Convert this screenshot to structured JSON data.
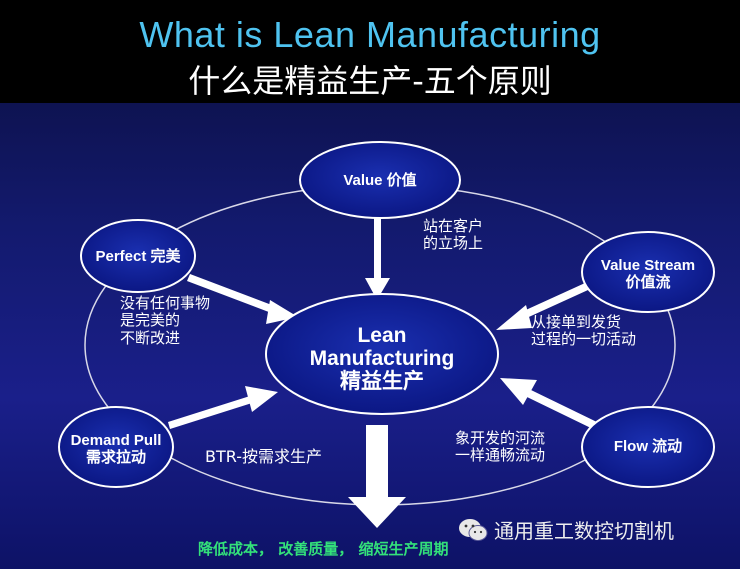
{
  "header": {
    "title_en": "What is Lean Manufacturing",
    "title_cn": "什么是精益生产-五个原则"
  },
  "nodes": {
    "center": {
      "line1": "Lean",
      "line2": "Manufacturing",
      "line3": "精益生产"
    },
    "value": {
      "label": "Value 价值"
    },
    "perfect": {
      "label": "Perfect  完美"
    },
    "value_stream": {
      "line1": "Value Stream",
      "line2": "价值流"
    },
    "demand_pull": {
      "line1": "Demand Pull",
      "line2": "需求拉动"
    },
    "flow": {
      "label": "Flow  流动"
    }
  },
  "notes": {
    "value": {
      "line1": "站在客户",
      "line2": "的立场上"
    },
    "perfect": {
      "line1": "没有任何事物",
      "line2": "是完美的",
      "line3": "不断改进"
    },
    "value_stream": {
      "line1": "从接单到发货",
      "line2": "过程的一切活动"
    },
    "demand_pull": "BTR-按需求生产",
    "flow": {
      "line1": "象开发的河流",
      "line2": "一样通畅流动"
    }
  },
  "footer": {
    "text": "降低成本，  改善质量，  缩短生产周期"
  },
  "watermark": {
    "text": "通用重工数控切割机",
    "icon": "wechat-icon"
  },
  "colors": {
    "ellipse_fill": "#0b1a8c",
    "ellipse_stroke": "#ffffff",
    "title_accent": "#4fc3f0",
    "footer_text": "#33e07a"
  }
}
